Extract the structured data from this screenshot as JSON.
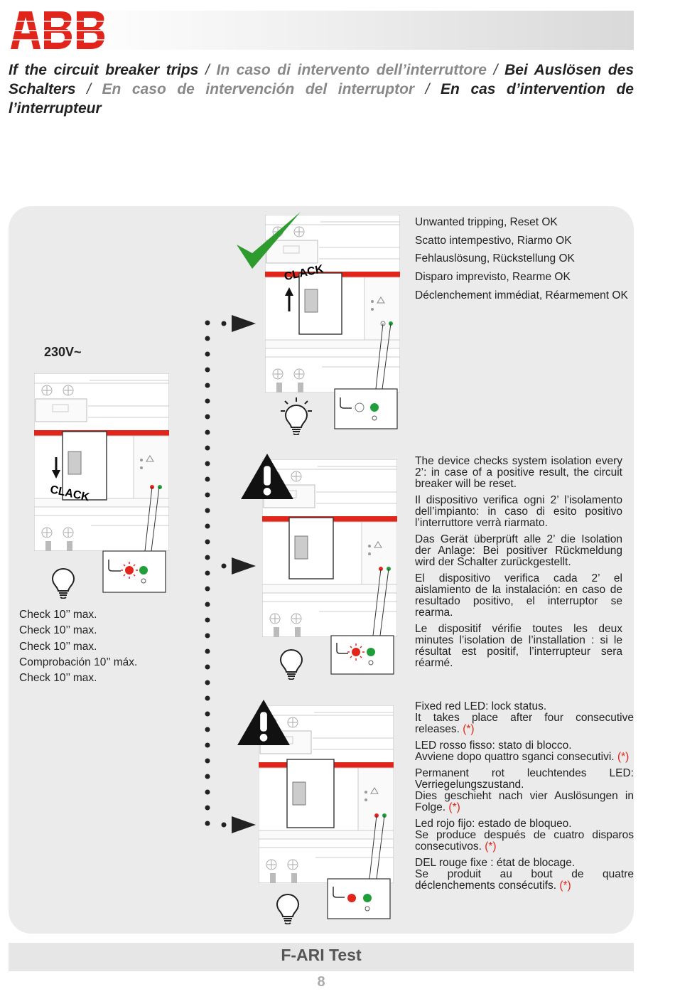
{
  "brand": {
    "name": "ABB",
    "color": "#e1251b"
  },
  "title": {
    "en": "If the circuit breaker trips",
    "it": "In caso di intervento dell’interruttore",
    "de": "Bei Auslösen des Schalters",
    "es": "En caso de intervención del interruptor",
    "fr": "En cas d’intervention de l’interrupteur",
    "separator": "/"
  },
  "left": {
    "voltage": "230V~",
    "clack": "CLACK",
    "checks": [
      "Check 10’’ max.",
      "Check 10’’ max.",
      "Check 10’’ max.",
      "Comprobación 10’’ máx.",
      "Check 10’’ max."
    ]
  },
  "top": {
    "clack": "CLACK",
    "lines": [
      "Unwanted tripping, Reset OK",
      "Scatto intempestivo, Riarmo OK",
      "Fehlauslösung, Rückstellung OK",
      "Disparo imprevisto, Rearme OK",
      "Déclenchement immédiat, Réarmement OK"
    ]
  },
  "middle": {
    "paragraphs": [
      "The device checks system isolation every 2’: in case of a positive result, the circuit breaker will be reset.",
      "Il dispositivo verifica ogni 2’ l’isolamento dell’impianto: in caso di esito positivo l’interruttore verrà riarmato.",
      "Das Gerät überprüft alle 2’ die Isolation der Anlage: Bei positiver Rückmeldung wird der Schalter zurückgestellt.",
      "El dispositivo verifica cada 2’ el aislamiento de la instalación: en caso de resultado positivo, el interruptor se rearma.",
      "Le dispositif vérifie toutes les deux minutes l’isolation de l’installation : si le résultat est positif, l’interrupteur sera réarmé."
    ]
  },
  "bottom": {
    "note_mark": "(*)",
    "paragraphs": [
      "Fixed red LED: lock status.\nIt takes place after four consecutive releases.",
      "LED rosso fisso: stato di blocco.\nAvviene dopo quattro sganci consecutivi.",
      "Permanent rot leuchtendes LED: Verriegelungszustand.\nDies geschieht nach vier Auslösungen in Folge.",
      "Led rojo fijo: estado de bloqueo.\nSe produce después de cuatro disparos consecutivos.",
      "DEL rouge fixe : état de blocage.\nSe produit au bout de quatre déclenchements consécutifs."
    ]
  },
  "footer": {
    "title": "F-ARI Test",
    "page": "8"
  },
  "colors": {
    "led_red": "#e1251b",
    "led_green": "#1f9e3a",
    "check_green": "#2e9b2e",
    "panel": "#ebebeb"
  }
}
